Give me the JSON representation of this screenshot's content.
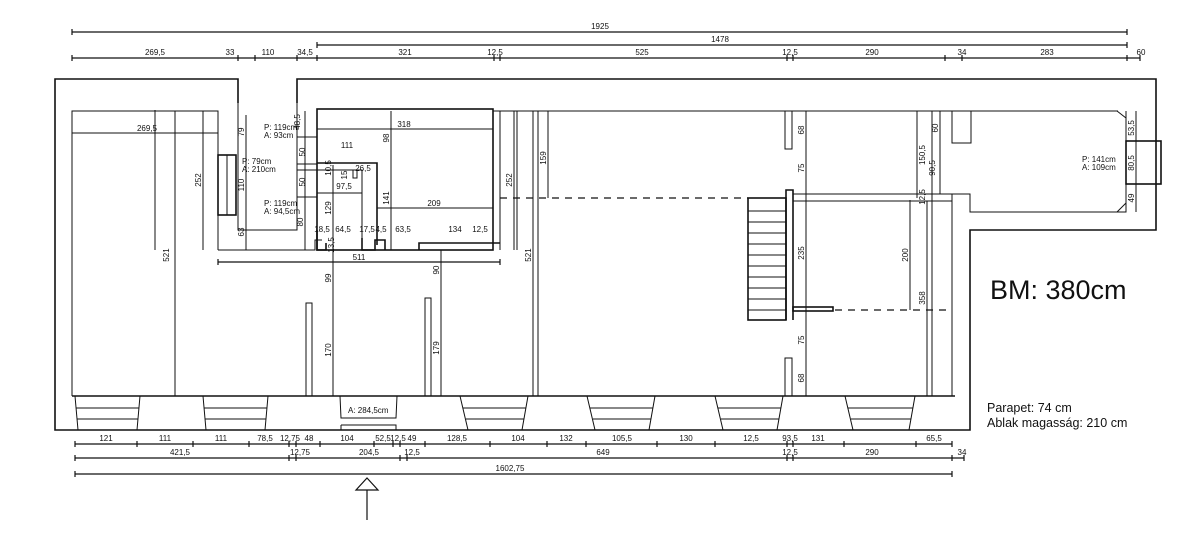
{
  "title_note": "BM: 380cm",
  "legend": {
    "parapet": "Parapet: 74 cm",
    "window_height": "Ablak magasság: 210 cm"
  },
  "dimensions": {
    "top_total": "1925",
    "top_sub": "1478",
    "top_row": [
      "269,5",
      "33",
      "110",
      "34,5",
      "321",
      "12,5",
      "525",
      "12,5",
      "290",
      "34",
      "283",
      "60"
    ],
    "bottom_row1": [
      "121",
      "111",
      "111",
      "78,5",
      "12,75",
      "48",
      "104",
      "52,5",
      "12,5",
      "49",
      "128,5",
      "104",
      "132",
      "105,5",
      "130",
      "12,5",
      "93,5",
      "131",
      "65,5"
    ],
    "bottom_row2": [
      "421,5",
      "12,75",
      "204,5",
      "12,5",
      "649",
      "12,5",
      "290",
      "34"
    ],
    "bottom_total": "1602,75",
    "interior_horizontal": [
      "269,5",
      "318",
      "111",
      "26,5",
      "97,5",
      "209",
      "18,5",
      "64,5",
      "17,5",
      "4,5",
      "63,5",
      "134",
      "12,5",
      "511"
    ],
    "interior_vertical": [
      "521",
      "252",
      "79",
      "110",
      "63",
      "48,5",
      "50",
      "50",
      "80",
      "129",
      "141",
      "98",
      "10,5",
      "15",
      "13,5",
      "99",
      "90",
      "252",
      "521",
      "159",
      "170",
      "179",
      "68",
      "75",
      "235",
      "75",
      "68",
      "150,5",
      "60",
      "90,5",
      "12,5",
      "200",
      "358",
      "53,5",
      "80,5",
      "49"
    ]
  },
  "openings": [
    {
      "p": "P: 119cm",
      "a": "A: 93cm"
    },
    {
      "p": "P: 79cm",
      "a": "A: 210cm"
    },
    {
      "p": "P: 119cm",
      "a": "A: 94,5cm"
    },
    {
      "p": "P: 141cm",
      "a": "A: 109cm"
    }
  ],
  "door_note": "A: 284,5cm"
}
